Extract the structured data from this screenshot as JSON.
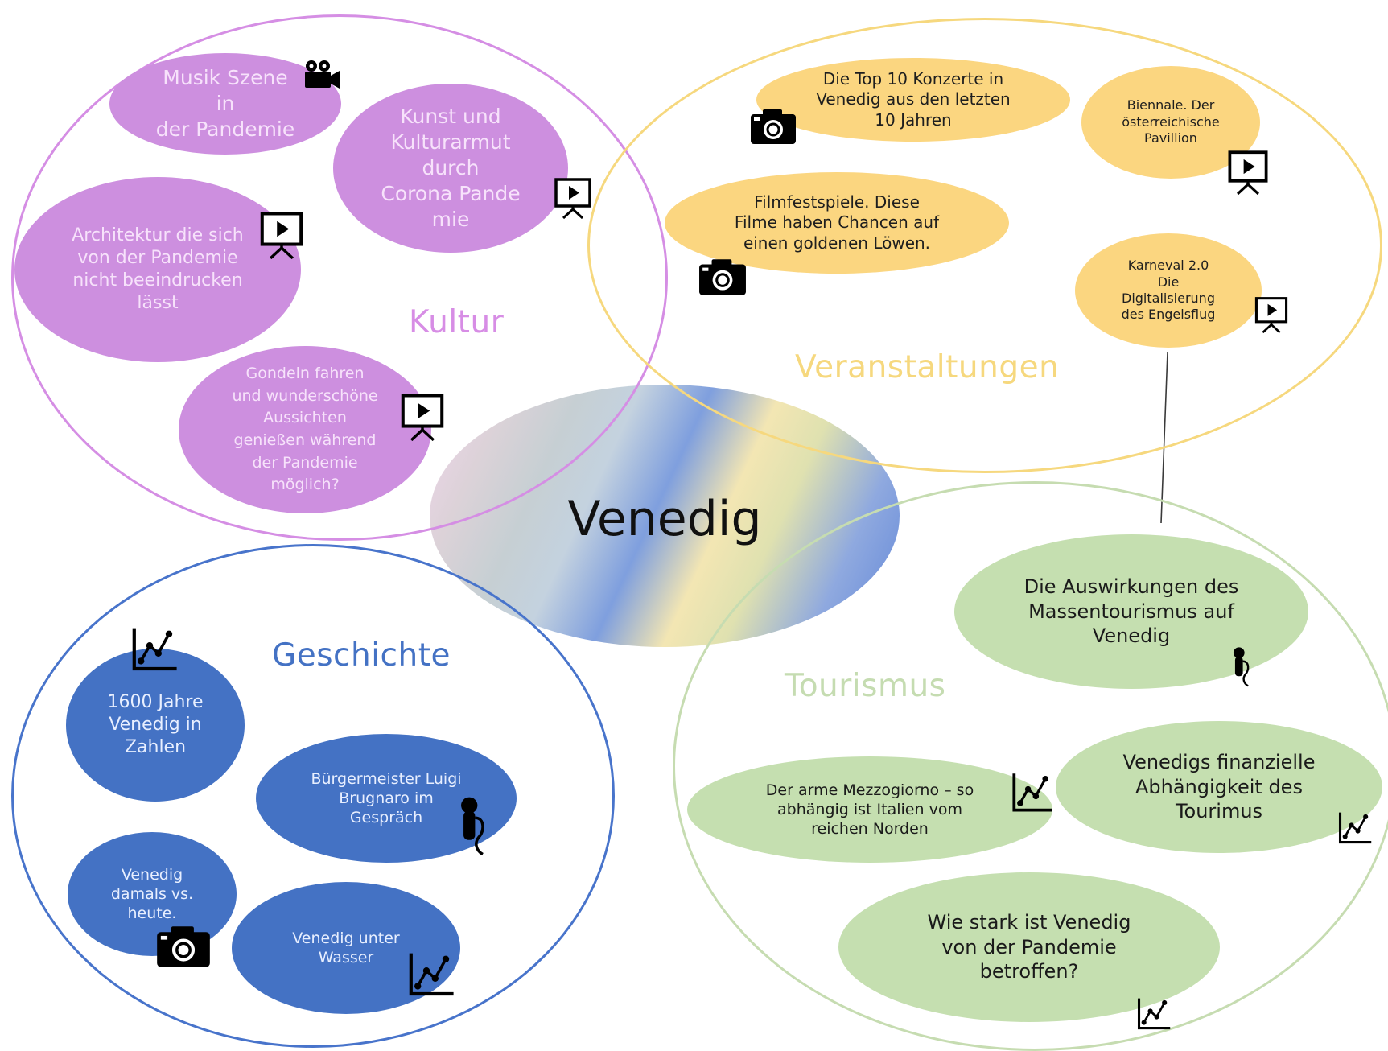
{
  "center": {
    "title": "Venedig"
  },
  "categories": {
    "kultur": "Kultur",
    "veranstaltungen": "Veranstaltungen",
    "geschichte": "Geschichte",
    "tourismus": "Tourismus"
  },
  "bubbles": {
    "kultur": [
      {
        "text": "Musik Szene\nin\nder Pandemie",
        "icon": "video-camera-icon"
      },
      {
        "text": "Kunst und\nKulturarmut\ndurch\nCorona Pande\nmie",
        "icon": "video-presentation-icon"
      },
      {
        "text": "Architektur die sich\nvon der Pandemie\nnicht beeindrucken\nlässt",
        "icon": "video-presentation-icon"
      },
      {
        "text": "Gondeln fahren\nund wunderschöne\nAussichten\ngenießen während\nder Pandemie\nmöglich?",
        "icon": "video-presentation-icon"
      }
    ],
    "veranstaltungen": [
      {
        "text": "Die Top 10 Konzerte in\nVenedig aus den letzten\n10 Jahren",
        "icon": "photo-camera-icon"
      },
      {
        "text": "Biennale. Der\nösterreichische\nPavillion",
        "icon": "video-presentation-icon"
      },
      {
        "text": "Filmfestspiele. Diese\nFilme  haben Chancen auf\neinen goldenen Löwen.",
        "icon": "photo-camera-icon"
      },
      {
        "text": "Karneval 2.0\nDie\nDigitalisierung\ndes Engelsflug",
        "icon": "video-presentation-icon"
      }
    ],
    "geschichte": [
      {
        "text": "1600 Jahre\nVenedig in\nZahlen",
        "icon": "line-chart-icon"
      },
      {
        "text": "Bürgermeister Luigi\nBrugnaro im\nGespräch",
        "icon": "microphone-icon"
      },
      {
        "text": "Venedig\ndamals vs.\nheute.",
        "icon": "photo-camera-icon"
      },
      {
        "text": "Venedig unter\nWasser",
        "icon": "line-chart-icon"
      }
    ],
    "tourismus": [
      {
        "text": "Die Auswirkungen des\nMassentourismus auf\nVenedig",
        "icon": "microphone-icon"
      },
      {
        "text": "Der arme Mezzogiorno – so\nabhängig ist Italien vom\nreichen Norden",
        "icon": "line-chart-icon"
      },
      {
        "text": "Venedigs finanzielle\nAbhängigkeit des\nTourimus",
        "icon": "line-chart-icon"
      },
      {
        "text": "Wie stark ist Venedig\nvon der Pandemie\nbetroffen?",
        "icon": "line-chart-icon"
      }
    ]
  },
  "colors": {
    "kultur": "#cd8fdf",
    "veranstaltungen": "#fbd680",
    "geschichte": "#4472c4",
    "tourismus": "#c5dfb0"
  }
}
